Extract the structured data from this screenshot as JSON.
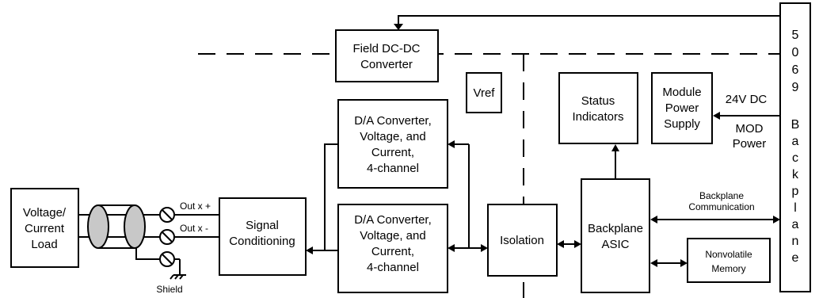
{
  "blocks": {
    "field_dcdc": [
      "Field DC-DC",
      "Converter"
    ],
    "vref": "Vref",
    "status": [
      "Status",
      "Indicators"
    ],
    "module_power": [
      "Module",
      "Power",
      "Supply"
    ],
    "da_top": [
      "D/A Converter,",
      "Voltage, and",
      "Current,",
      "4-channel"
    ],
    "da_bottom": [
      "D/A Converter,",
      "Voltage, and",
      "Current,",
      "4-channel"
    ],
    "signal_conditioning": [
      "Signal",
      "Conditioning"
    ],
    "isolation": "Isolation",
    "backplane_asic": [
      "Backplane",
      "ASIC"
    ],
    "nonvolatile": [
      "Nonvolatile",
      "Memory"
    ],
    "load": [
      "Voltage/",
      "Current",
      "Load"
    ]
  },
  "labels": {
    "v24dc": "24V DC",
    "mod_power": [
      "MOD",
      "Power"
    ],
    "backplane_comm": [
      "Backplane",
      "Communication"
    ],
    "out_plus": "Out x +",
    "out_minus": "Out x -",
    "shield": "Shield"
  },
  "backplane": {
    "chars": [
      "5",
      "0",
      "6",
      "9",
      "B",
      "a",
      "c",
      "k",
      "p",
      "l",
      "a",
      "n",
      "e"
    ]
  }
}
